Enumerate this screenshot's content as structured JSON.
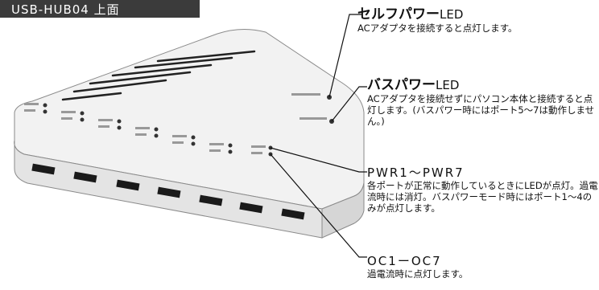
{
  "section_tag": "USB-HUB04  上面",
  "annotations": {
    "self_power": {
      "title": "セルフパワー",
      "title_suffix": "LED",
      "desc": "ACアダプタを接続すると点灯します。"
    },
    "bus_power": {
      "title": "バスパワー",
      "title_suffix": "LED",
      "desc": "ACアダプタを接続せずにパソコン本体と接続すると点灯します。(バスパワー時にはポート5～7は動作しません。)"
    },
    "pwr": {
      "title": "PWR1～PWR7",
      "desc": "各ポートが正常に動作しているときにLEDが点灯。過電流時には消灯。バスパワーモード時にはポート1～4のみが点灯します。"
    },
    "oc": {
      "title": "OC1ーOC7",
      "desc": "過電流時に点灯します。"
    }
  }
}
